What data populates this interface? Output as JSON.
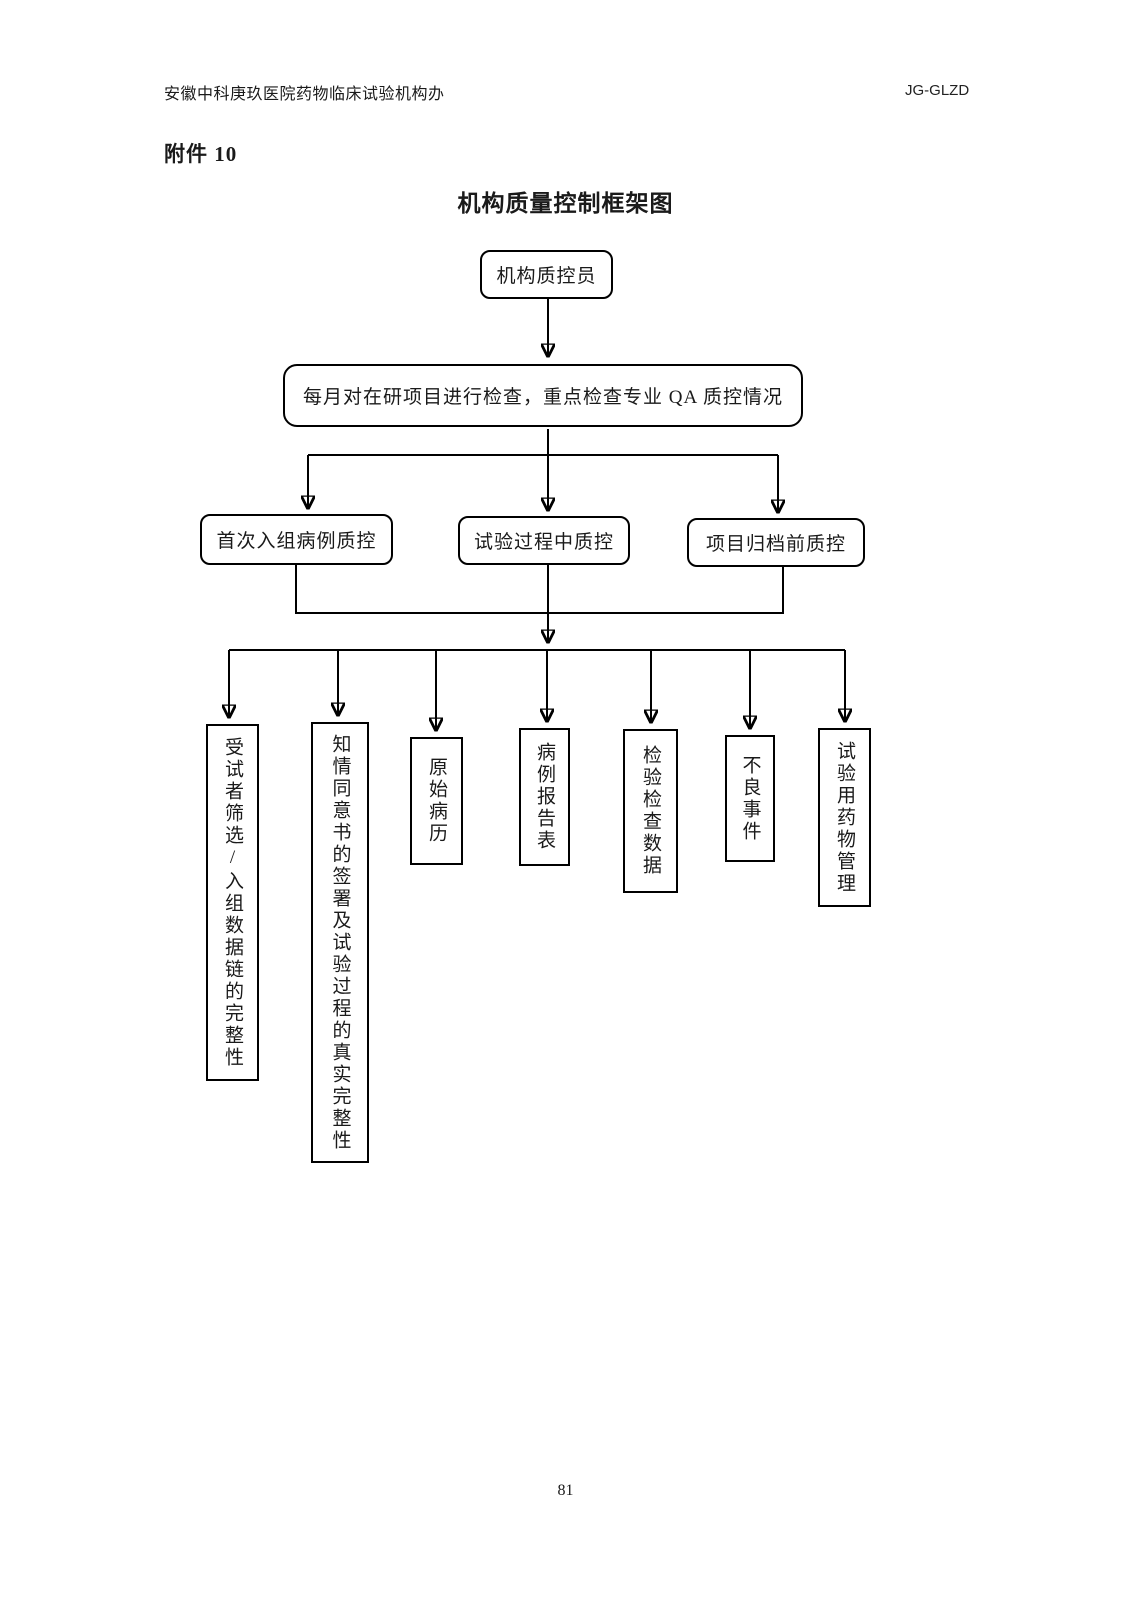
{
  "page": {
    "header_left": "安徽中科庚玖医院药物临床试验机构办",
    "header_right": "JG-GLZD",
    "attachment_label": "附件 10",
    "page_number": "81"
  },
  "diagram": {
    "title": "机构质量控制框架图",
    "root": "机构质控员",
    "process": "每月对在研项目进行检查，重点检查专业 QA 质控情况",
    "level2": [
      {
        "label": "首次入组病例质控"
      },
      {
        "label": "试验过程中质控"
      },
      {
        "label": "项目归档前质控"
      }
    ],
    "level3": [
      {
        "label": "受试者筛选/入组数据链的完整性"
      },
      {
        "label": "知情同意书的签署及试验过程的真实完整性"
      },
      {
        "label": "原始病历"
      },
      {
        "label": "病例报告表"
      },
      {
        "label": "检验检查数据"
      },
      {
        "label": "不良事件"
      },
      {
        "label": "试验用药物管理"
      }
    ]
  }
}
